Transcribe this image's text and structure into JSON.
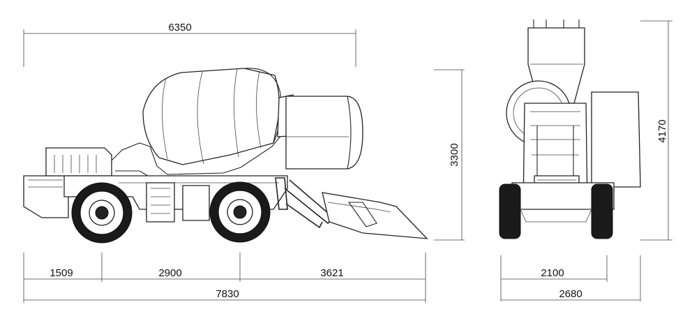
{
  "dimensions": {
    "side_top_length": "6350",
    "side_height": "3300",
    "front_height": "4170",
    "seg_rear": "1509",
    "seg_wheelbase": "2900",
    "seg_front": "3621",
    "total_length": "7830",
    "track_width": "2100",
    "total_width": "2680"
  },
  "icons": {
    "side_view": "self-loading-concrete-mixer-side-view",
    "front_view": "self-loading-concrete-mixer-front-view"
  },
  "colors": {
    "line": "#222222",
    "background": "#ffffff"
  }
}
